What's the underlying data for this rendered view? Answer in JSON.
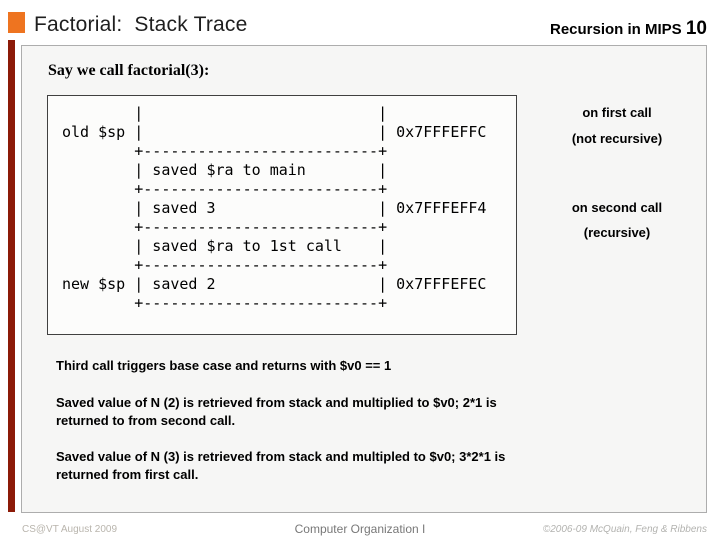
{
  "header": {
    "title": "Factorial:  Stack Trace",
    "course": "Recursion in MIPS",
    "page": "10"
  },
  "content": {
    "intro": "Say we call factorial(3):",
    "stack_diagram_lines": [
      "        |                          |",
      "old $sp |                          | 0x7FFFEFFC",
      "        +--------------------------+",
      "        | saved $ra to main        |",
      "        +--------------------------+",
      "        | saved 3                  | 0x7FFFEFF4",
      "        +--------------------------+",
      "        | saved $ra to 1st call    |",
      "        +--------------------------+",
      "new $sp | saved 2                  | 0x7FFFEFEC",
      "        +--------------------------+"
    ],
    "stack_addresses": [
      "0x7FFFEFFC",
      "0x7FFFEFF4",
      "0x7FFFEFEC"
    ],
    "annotations": [
      "on first call",
      "(not recursive)",
      "on second call",
      "(recursive)"
    ],
    "paragraphs": [
      [
        "Third call triggers base case and returns with $v0 == 1"
      ],
      [
        "Saved value of N (2) is retrieved from stack and multiplied to $v0; 2*1 is",
        "returned to from second call."
      ],
      [
        "Saved value of N (3) is retrieved from stack and multipled to $v0; 3*2*1 is",
        "returned from first call."
      ]
    ]
  },
  "footer": {
    "left": "CS@VT August 2009",
    "center": "Computer Organization I",
    "right": "©2006-09  McQuain, Feng & Ribbens"
  },
  "colors": {
    "accent_orange": "#EE7420",
    "accent_maroon": "#8C1A08",
    "panel_bg": "#F6F6F5",
    "panel_border": "#ADADAD"
  }
}
